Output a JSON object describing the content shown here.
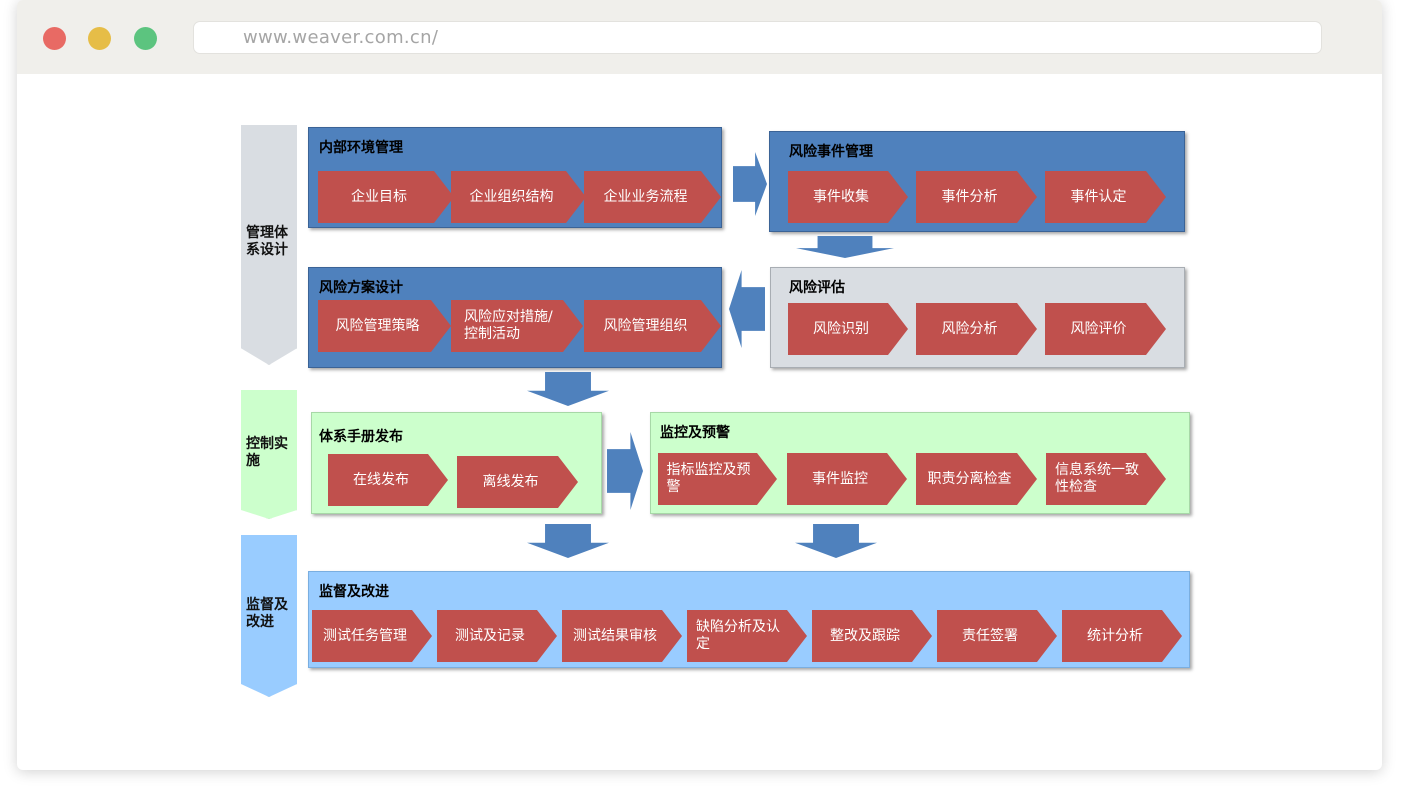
{
  "browser": {
    "url": "www.weaver.com.cn/",
    "colors": {
      "close": "#e86a64",
      "minimize": "#e6bd47",
      "maximize": "#5cc47f"
    }
  },
  "lanes": [
    {
      "label": "管理体系设计",
      "color": "#d9dde2"
    },
    {
      "label": "控制实施",
      "color": "#ccffcc"
    },
    {
      "label": "监督及改进",
      "color": "#99ccff"
    }
  ],
  "boxes": {
    "internal_env": {
      "title": "内部环境管理",
      "items": [
        "企业目标",
        "企业组织结构",
        "企业业务流程"
      ]
    },
    "risk_event": {
      "title": "风险事件管理",
      "items": [
        "事件收集",
        "事件分析",
        "事件认定"
      ]
    },
    "risk_plan": {
      "title": "风险方案设计",
      "items": [
        "风险管理策略",
        "风险应对措施/控制活动",
        "风险管理组织"
      ]
    },
    "risk_assess": {
      "title": "风险评估",
      "items": [
        "风险识别",
        "风险分析",
        "风险评价"
      ]
    },
    "manual": {
      "title": "体系手册发布",
      "items": [
        "在线发布",
        "离线发布"
      ]
    },
    "monitor": {
      "title": "监控及预警",
      "items": [
        "指标监控及预警",
        "事件监控",
        "职责分离检查",
        "信息系统一致性检查"
      ]
    },
    "supervise": {
      "title": "监督及改进",
      "items": [
        "测试任务管理",
        "测试及记录",
        "测试结果审核",
        "缺陷分析及认定",
        "整改及跟踪",
        "责任签署",
        "统计分析"
      ]
    }
  },
  "colors": {
    "blue_box": "#4f81bd",
    "gray_box": "#d9dde2",
    "green_box": "#ccffcc",
    "light_blue_box": "#99ccff",
    "chevron": "#c0504d",
    "arrow": "#4f81bd"
  }
}
